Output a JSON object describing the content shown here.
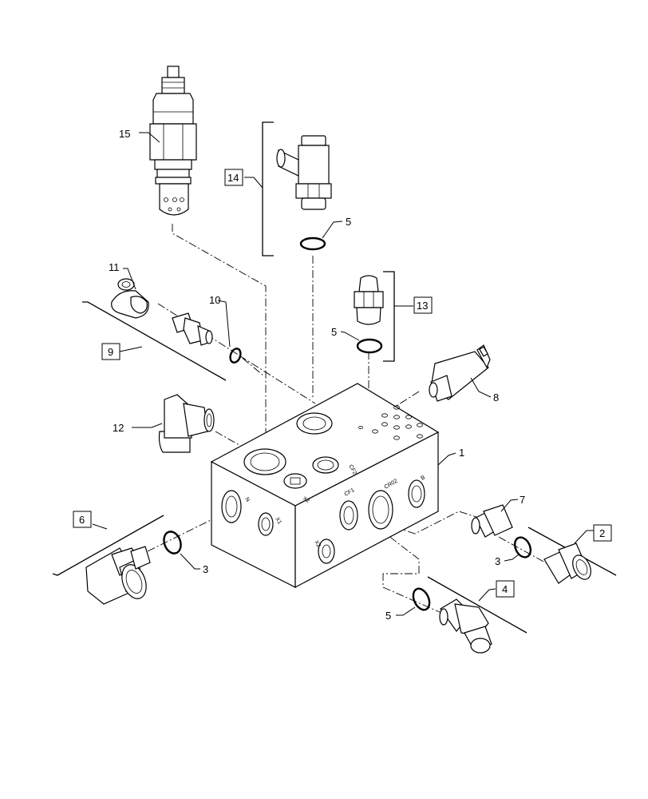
{
  "callouts": {
    "c1": "1",
    "c2": "2",
    "c3a": "3",
    "c3b": "3",
    "c4": "4",
    "c5a": "5",
    "c5b": "5",
    "c5c": "5",
    "c6": "6",
    "c7": "7",
    "c8": "8",
    "c9": "9",
    "c10": "10",
    "c11": "11",
    "c12": "12",
    "c13": "13",
    "c14": "14",
    "c15": "15"
  },
  "ports": {
    "cf2": "CF2",
    "x2_top": "X2",
    "cf1": "CF1",
    "cr02": "CR02",
    "b": "B",
    "n": "N",
    "x1": "X1",
    "x2_front": "X2"
  }
}
